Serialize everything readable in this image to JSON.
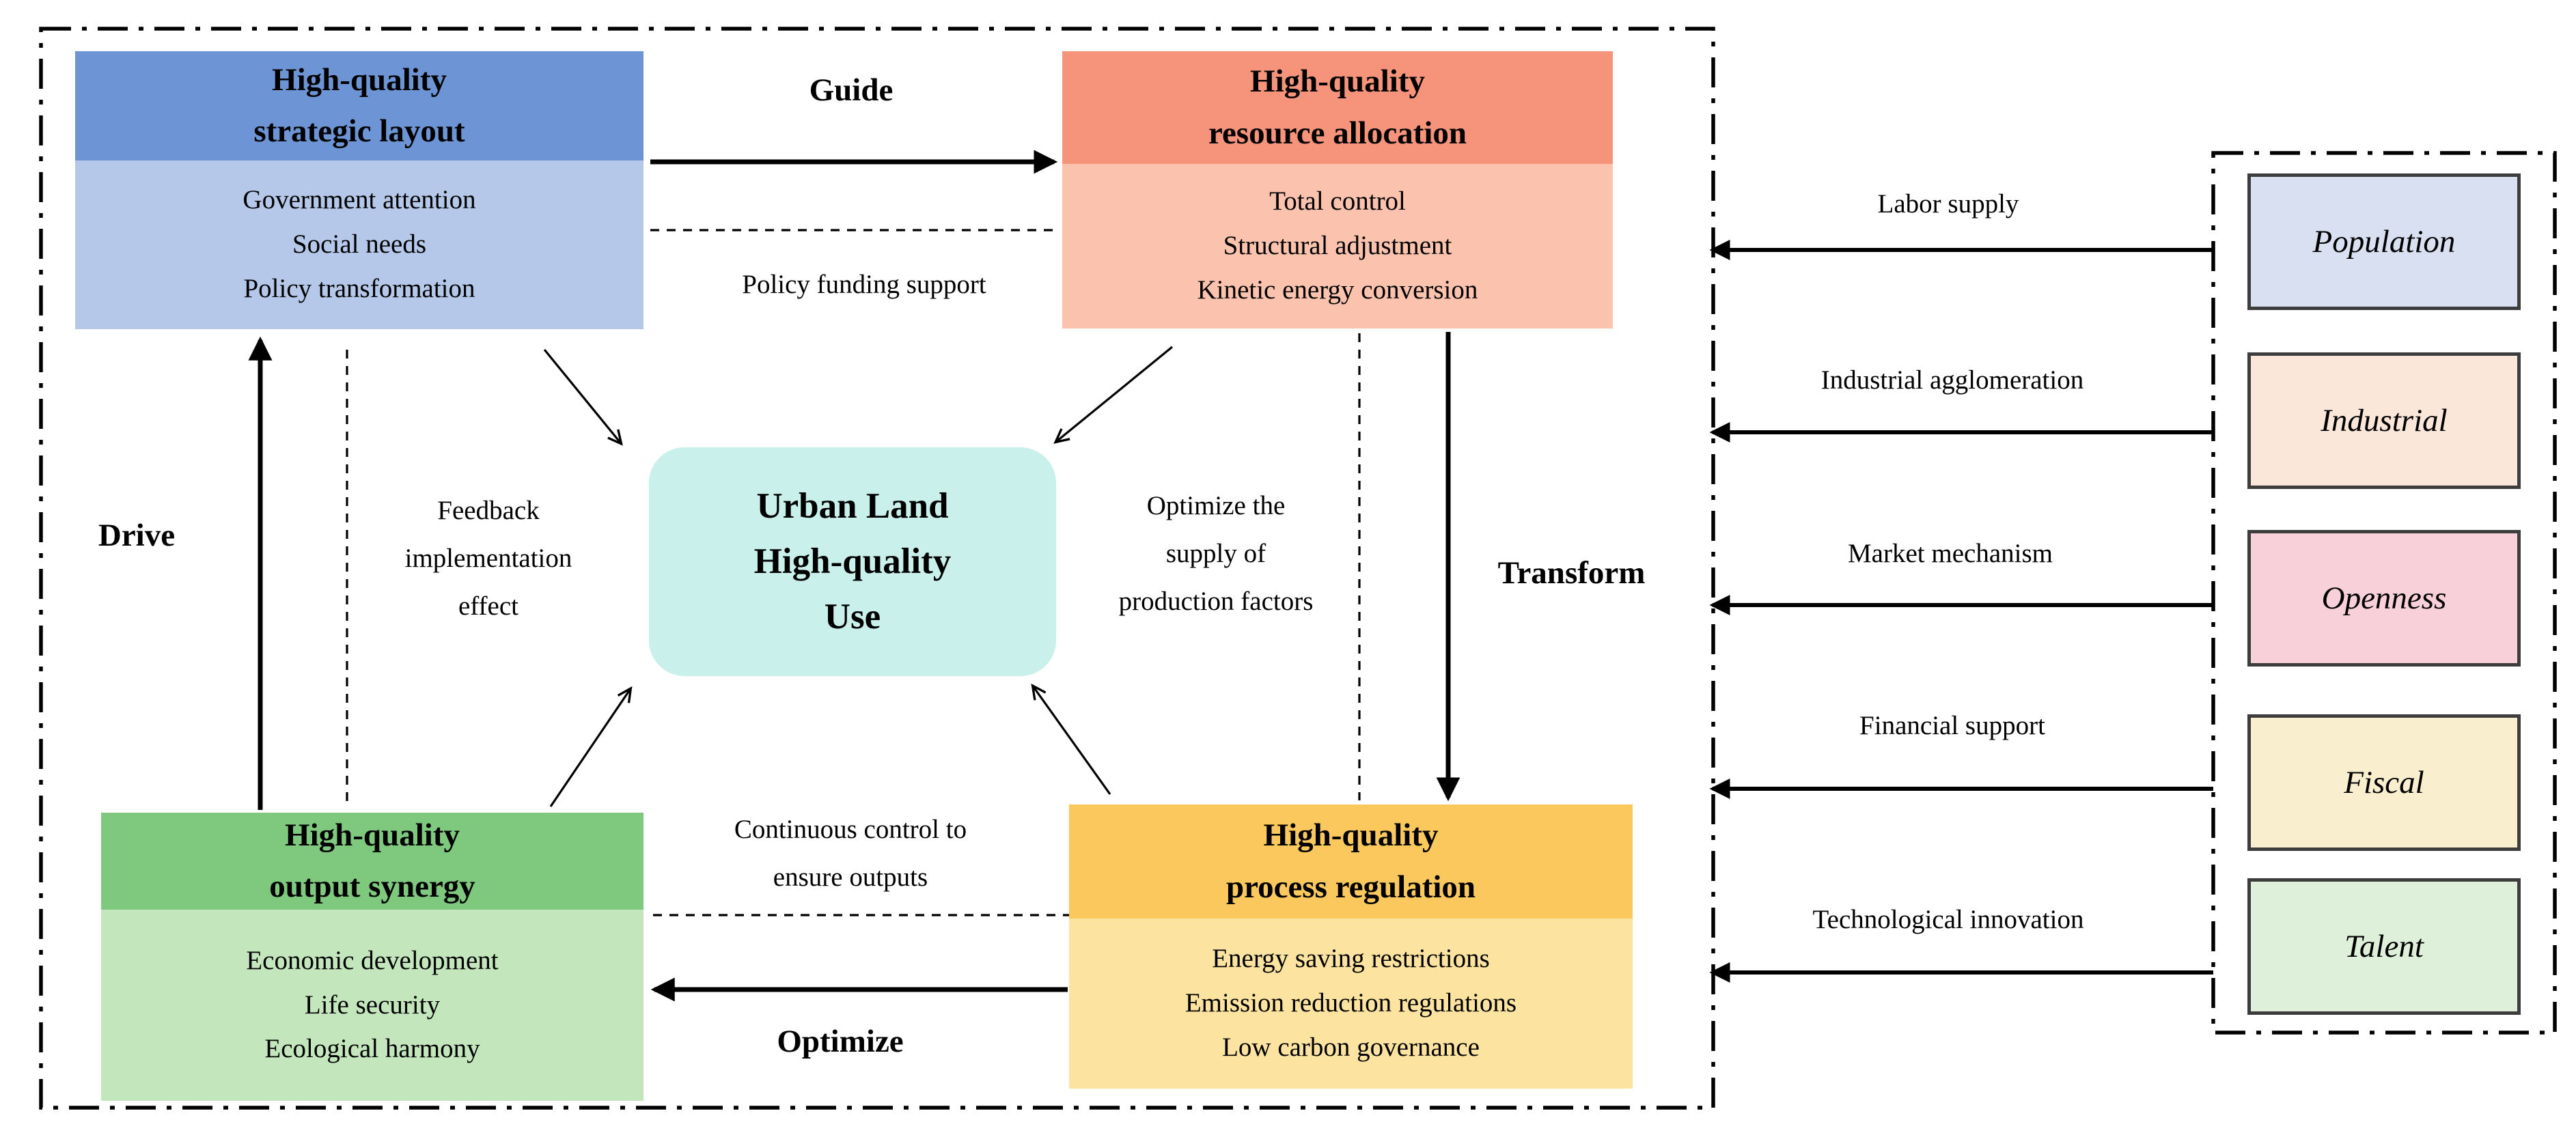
{
  "boxes": {
    "strategic": {
      "title": "High-quality\nstrategic layout",
      "items": [
        "Government attention",
        "Social needs",
        "Policy transformation"
      ],
      "header_color": "#6d95d5",
      "body_color": "#b5c8e9"
    },
    "resource": {
      "title": "High-quality\nresource allocation",
      "items": [
        "Total control",
        "Structural adjustment",
        "Kinetic energy conversion"
      ],
      "header_color": "#f6937b",
      "body_color": "#fbc3ae"
    },
    "output": {
      "title": "High-quality\noutput synergy",
      "items": [
        "Economic development",
        "Life security",
        "Ecological harmony"
      ],
      "header_color": "#7fc97e",
      "body_color": "#c4e6bd"
    },
    "process": {
      "title": "High-quality\nprocess regulation",
      "items": [
        "Energy saving restrictions",
        "Emission reduction regulations",
        "Low carbon governance"
      ],
      "header_color": "#fbc85d",
      "body_color": "#fde3a0"
    },
    "center": {
      "title": "Urban Land\nHigh-quality\nUse",
      "fill": "#c9f0ea"
    }
  },
  "edge_labels": {
    "guide": "Guide",
    "drive": "Drive",
    "transform": "Transform",
    "optimize": "Optimize"
  },
  "annotations": {
    "policy_funding": "Policy funding support",
    "feedback": "Feedback\nimplementation\neffect",
    "optimize_supply": "Optimize the\nsupply of\nproduction factors",
    "continuous_control": "Continuous control to\nensure outputs"
  },
  "factors": [
    {
      "label": "Population",
      "arrow_label": "Labor supply",
      "fill": "#d9e0f1"
    },
    {
      "label": "Industrial",
      "arrow_label": "Industrial agglomeration",
      "fill": "#fbe6da"
    },
    {
      "label": "Openness",
      "arrow_label": "Market mechanism",
      "fill": "#f8d0da"
    },
    {
      "label": "Fiscal",
      "arrow_label": "Financial support",
      "fill": "#f9eecd"
    },
    {
      "label": "Talent",
      "arrow_label": "Technological innovation",
      "fill": "#def0da"
    }
  ],
  "colors": {
    "line": "#000000",
    "factor_border": "#3d3d3d",
    "background": "#ffffff"
  }
}
